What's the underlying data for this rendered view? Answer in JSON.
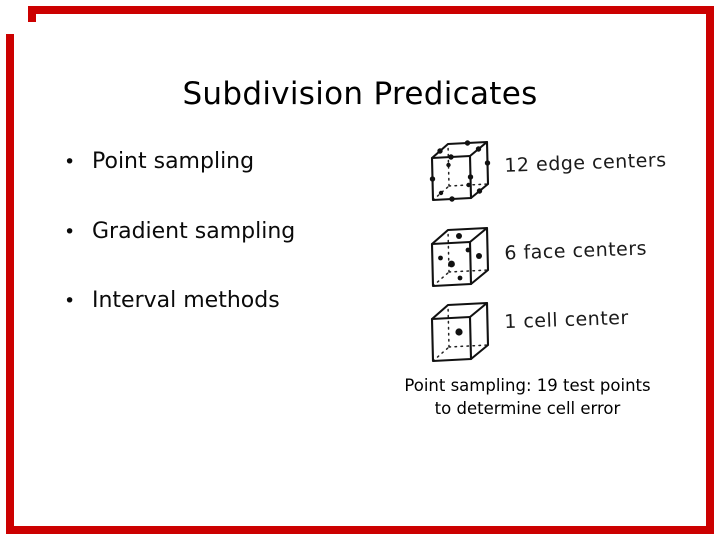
{
  "slide": {
    "title": "Subdivision Predicates",
    "bullet_glyph": "•",
    "bullets": [
      "Point sampling",
      "Gradient sampling",
      "Interval methods"
    ],
    "figures": [
      {
        "icon": "cube-edge-centers",
        "label": "12 edge centers"
      },
      {
        "icon": "cube-face-centers",
        "label": "6 face centers"
      },
      {
        "icon": "cube-cell-center",
        "label": "1 cell center"
      }
    ],
    "caption": {
      "line1": "Point sampling: 19 test points",
      "line2": "to determine cell error"
    },
    "colors": {
      "border": "#cc0000",
      "text": "#000000",
      "ink": "#111111"
    }
  }
}
